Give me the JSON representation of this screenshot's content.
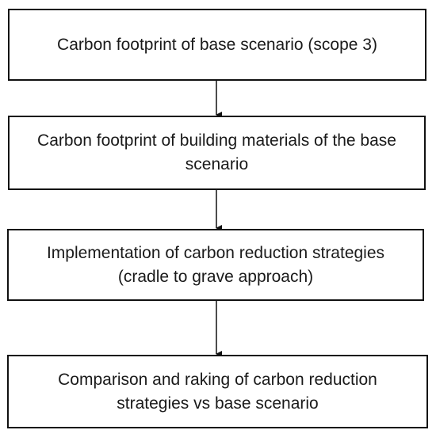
{
  "flowchart": {
    "steps": [
      {
        "label": "Carbon footprint of base scenario (scope 3)"
      },
      {
        "label": "Carbon footprint of building materials of  the base scenario"
      },
      {
        "label": "Implementation of carbon reduction strategies (cradle to grave approach)"
      },
      {
        "label": "Comparison and raking of carbon reduction strategies vs base scenario"
      }
    ],
    "colors": {
      "border": "#111111",
      "text": "#1a1a1a",
      "arrow": "#111111",
      "background": "#ffffff"
    }
  }
}
